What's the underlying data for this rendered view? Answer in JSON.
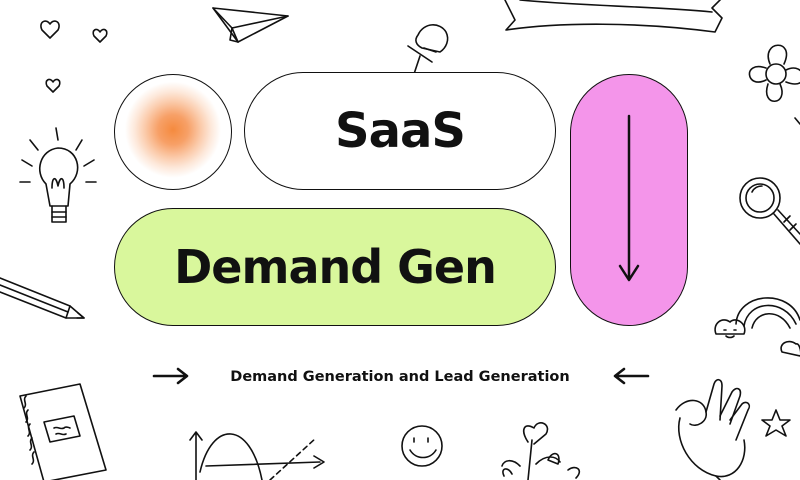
{
  "hero": {
    "title_top": "SaaS",
    "title_main": "Demand Gen",
    "caption": "Demand Generation and Lead Generation"
  },
  "colors": {
    "lime": "#d9f79c",
    "magenta": "#f495ea",
    "orange": "#f58a3e",
    "ink": "#111111"
  },
  "icons": [
    "paper-plane-icon",
    "pushpin-icon",
    "banner-ribbon-icon",
    "flower-icon",
    "heart-icon",
    "lightbulb-icon",
    "pencil-icon",
    "magnifier-icon",
    "rainbow-icon",
    "notebook-icon",
    "graph-icon",
    "smiley-icon",
    "plant-icon",
    "ok-hand-icon",
    "star-icon",
    "arrow-down-icon",
    "arrow-right-icon",
    "arrow-left-icon"
  ]
}
